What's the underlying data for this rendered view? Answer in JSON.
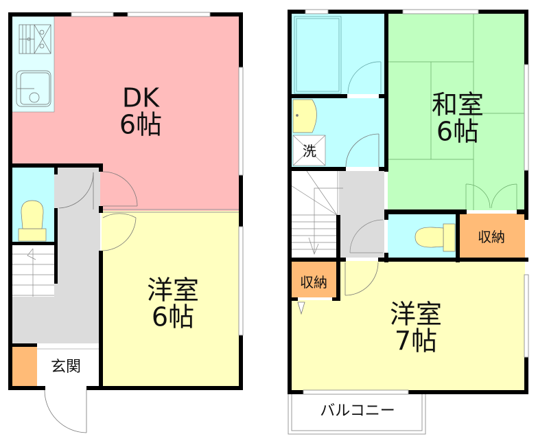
{
  "floor_plan": {
    "colors": {
      "wall": "#000000",
      "dk": "#ffbcbc",
      "western_room": "#ffffc0",
      "japanese_room": "#c0ffc0",
      "wet_area": "#c0ffff",
      "kitchen_counter": "#e0ffff",
      "hallway": "#dcdcdc",
      "storage": "#ffbb77",
      "fixture": "#ffffb0",
      "entrance": "#ffffff"
    },
    "floor1": {
      "dk": {
        "name": "DK",
        "size": "6帖"
      },
      "western_room": {
        "name": "洋室",
        "size": "6帖"
      },
      "entrance": {
        "name": "玄関"
      }
    },
    "floor2": {
      "japanese_room": {
        "name": "和室",
        "size": "6帖"
      },
      "western_room": {
        "name": "洋室",
        "size": "7帖"
      },
      "storage_right": {
        "name": "収納"
      },
      "storage_left": {
        "name": "収納"
      },
      "washer": {
        "name": "洗"
      },
      "balcony": {
        "name": "バルコニー"
      }
    }
  }
}
